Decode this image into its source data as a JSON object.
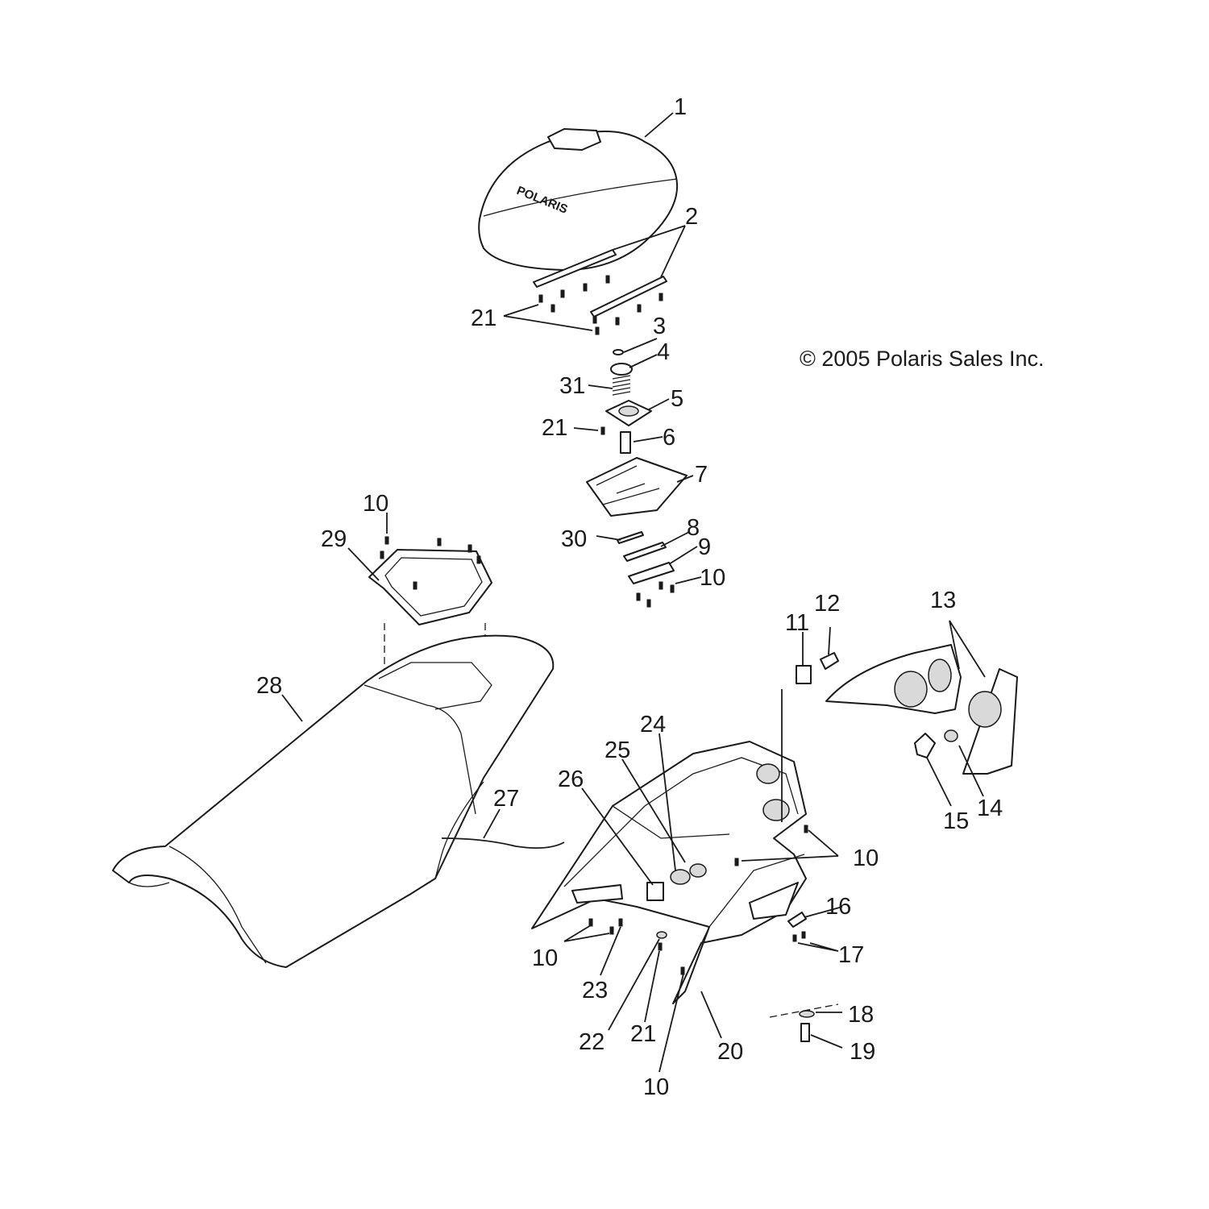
{
  "copyright": "© 2005 Polaris Sales Inc.",
  "brand_mark": "POLARIS",
  "callouts": {
    "c1": "1",
    "c2": "2",
    "c3": "3",
    "c4": "4",
    "c5": "5",
    "c6": "6",
    "c7": "7",
    "c8": "8",
    "c9": "9",
    "c10a": "10",
    "c10b": "10",
    "c10c": "10",
    "c10d": "10",
    "c10e": "10",
    "c11": "11",
    "c12": "12",
    "c13": "13",
    "c14": "14",
    "c15": "15",
    "c16": "16",
    "c17": "17",
    "c18": "18",
    "c19": "19",
    "c20": "20",
    "c21a": "21",
    "c21b": "21",
    "c21c": "21",
    "c22": "22",
    "c23": "23",
    "c24": "24",
    "c25": "25",
    "c26": "26",
    "c27": "27",
    "c28": "28",
    "c29": "29",
    "c30": "30",
    "c31": "31"
  }
}
